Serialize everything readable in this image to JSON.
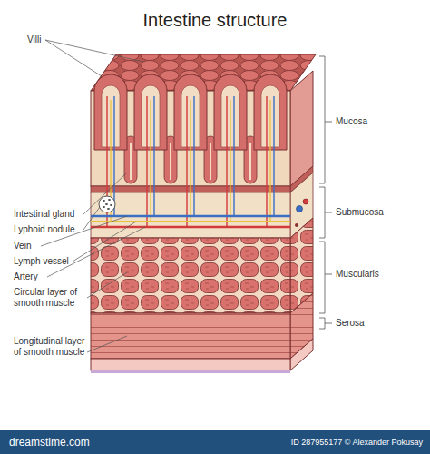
{
  "diagram": {
    "title": "Intestine structure",
    "labels": [
      "Villi",
      "Intestinal gland",
      "Lyphoid nodule",
      "Vein",
      "Lymph vessel",
      "Artery",
      "Circular layer of smooth muscle",
      "Longitudinal layer of smooth muscle",
      "Mucosa",
      "Submucosa",
      "Muscularis",
      "Serosa",
      "dreamstime.com",
      "ID 287955177 © Alexander Pokusay"
    ]
  }
}
